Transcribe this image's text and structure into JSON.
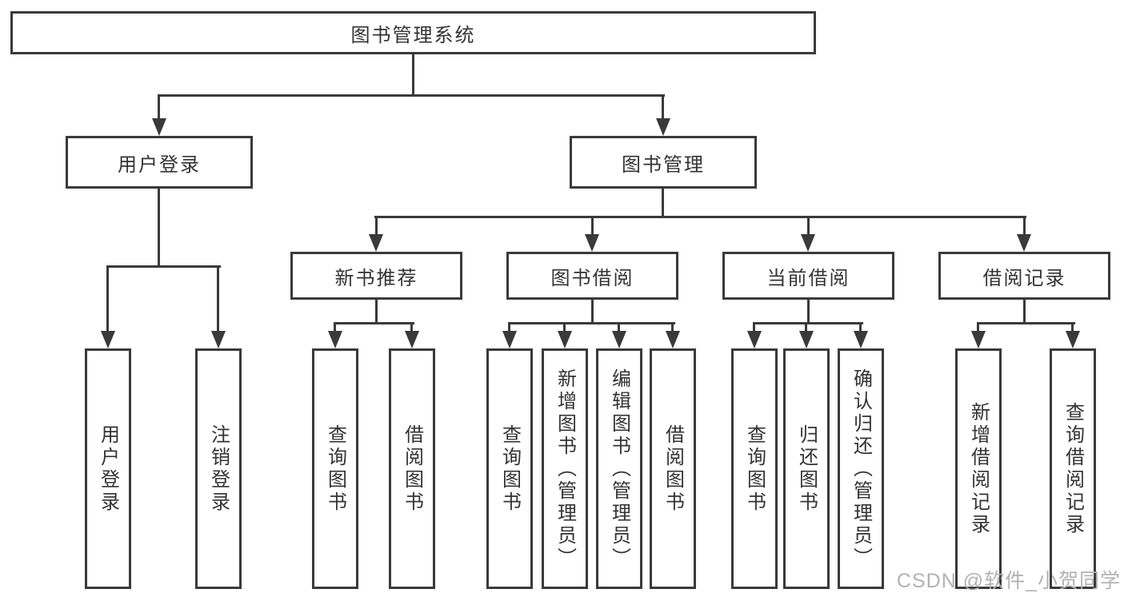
{
  "tree": {
    "label": "图书管理系统",
    "children": [
      {
        "label": "用户登录",
        "children": [
          {
            "label": "用户登录"
          },
          {
            "label": "注销登录"
          }
        ]
      },
      {
        "label": "图书管理",
        "children": [
          {
            "label": "新书推荐",
            "children": [
              {
                "label": "查询图书"
              },
              {
                "label": "借阅图书"
              }
            ]
          },
          {
            "label": "图书借阅",
            "children": [
              {
                "label": "查询图书"
              },
              {
                "label": "新增图书（管理员）"
              },
              {
                "label": "编辑图书（管理员）"
              },
              {
                "label": "借阅图书"
              }
            ]
          },
          {
            "label": "当前借阅",
            "children": [
              {
                "label": "查询图书"
              },
              {
                "label": "归还图书"
              },
              {
                "label": "确认归还（管理员）"
              }
            ]
          },
          {
            "label": "借阅记录",
            "children": [
              {
                "label": "新增借阅记录"
              },
              {
                "label": "查询借阅记录"
              }
            ]
          }
        ]
      }
    ]
  },
  "watermark": {
    "text": "CSDN @软件_小贺同学"
  },
  "colors": {
    "line": "#3a3a3a",
    "text": "#333333",
    "watermark": "#b2b2b2",
    "background": "#ffffff"
  }
}
